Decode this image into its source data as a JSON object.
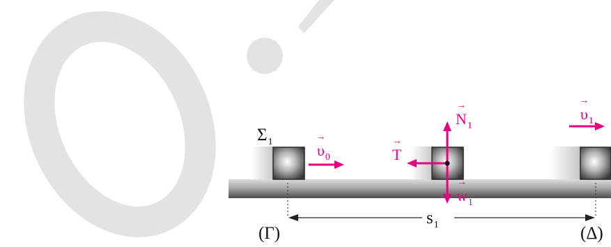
{
  "diagram": {
    "body_label": {
      "base": "Σ",
      "sub": "1"
    },
    "start_point_label": "(Γ)",
    "end_point_label": "(Δ)",
    "distance_label": {
      "base": "s",
      "sub": "1"
    },
    "vectors": {
      "initial_velocity": {
        "base": "υ",
        "sub": "0"
      },
      "final_velocity": {
        "base": "υ",
        "sub": "1"
      },
      "tension": {
        "base": "T",
        "sub": ""
      },
      "normal_force": {
        "base": "N",
        "sub": "1"
      },
      "weight": {
        "base": "w",
        "sub": "1"
      }
    },
    "colors": {
      "vector": "#e6007e",
      "watermark": "#e3e3e3",
      "ground_top": "#d9d9d9",
      "ground_bottom": "#5c5c5c",
      "block_border": "#2b2b2b",
      "text": "#111111"
    }
  }
}
